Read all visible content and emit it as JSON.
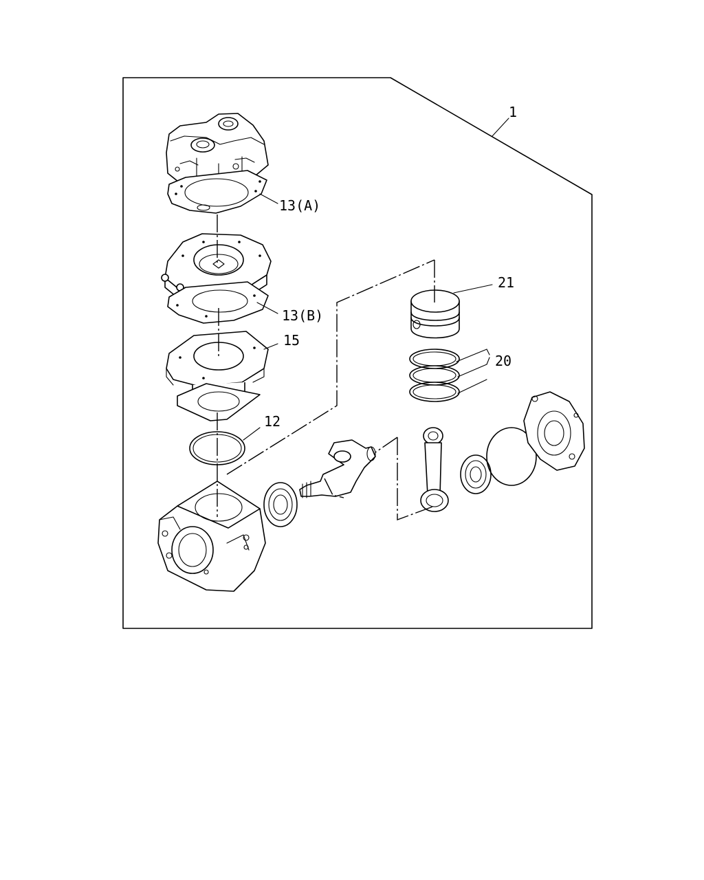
{
  "callouts": {
    "assembly": "1",
    "head_gasket_a": "13(A)",
    "head_gasket_b": "13(B)",
    "cylinder": "15",
    "o_ring": "12",
    "piston": "21",
    "piston_rings": "20"
  }
}
